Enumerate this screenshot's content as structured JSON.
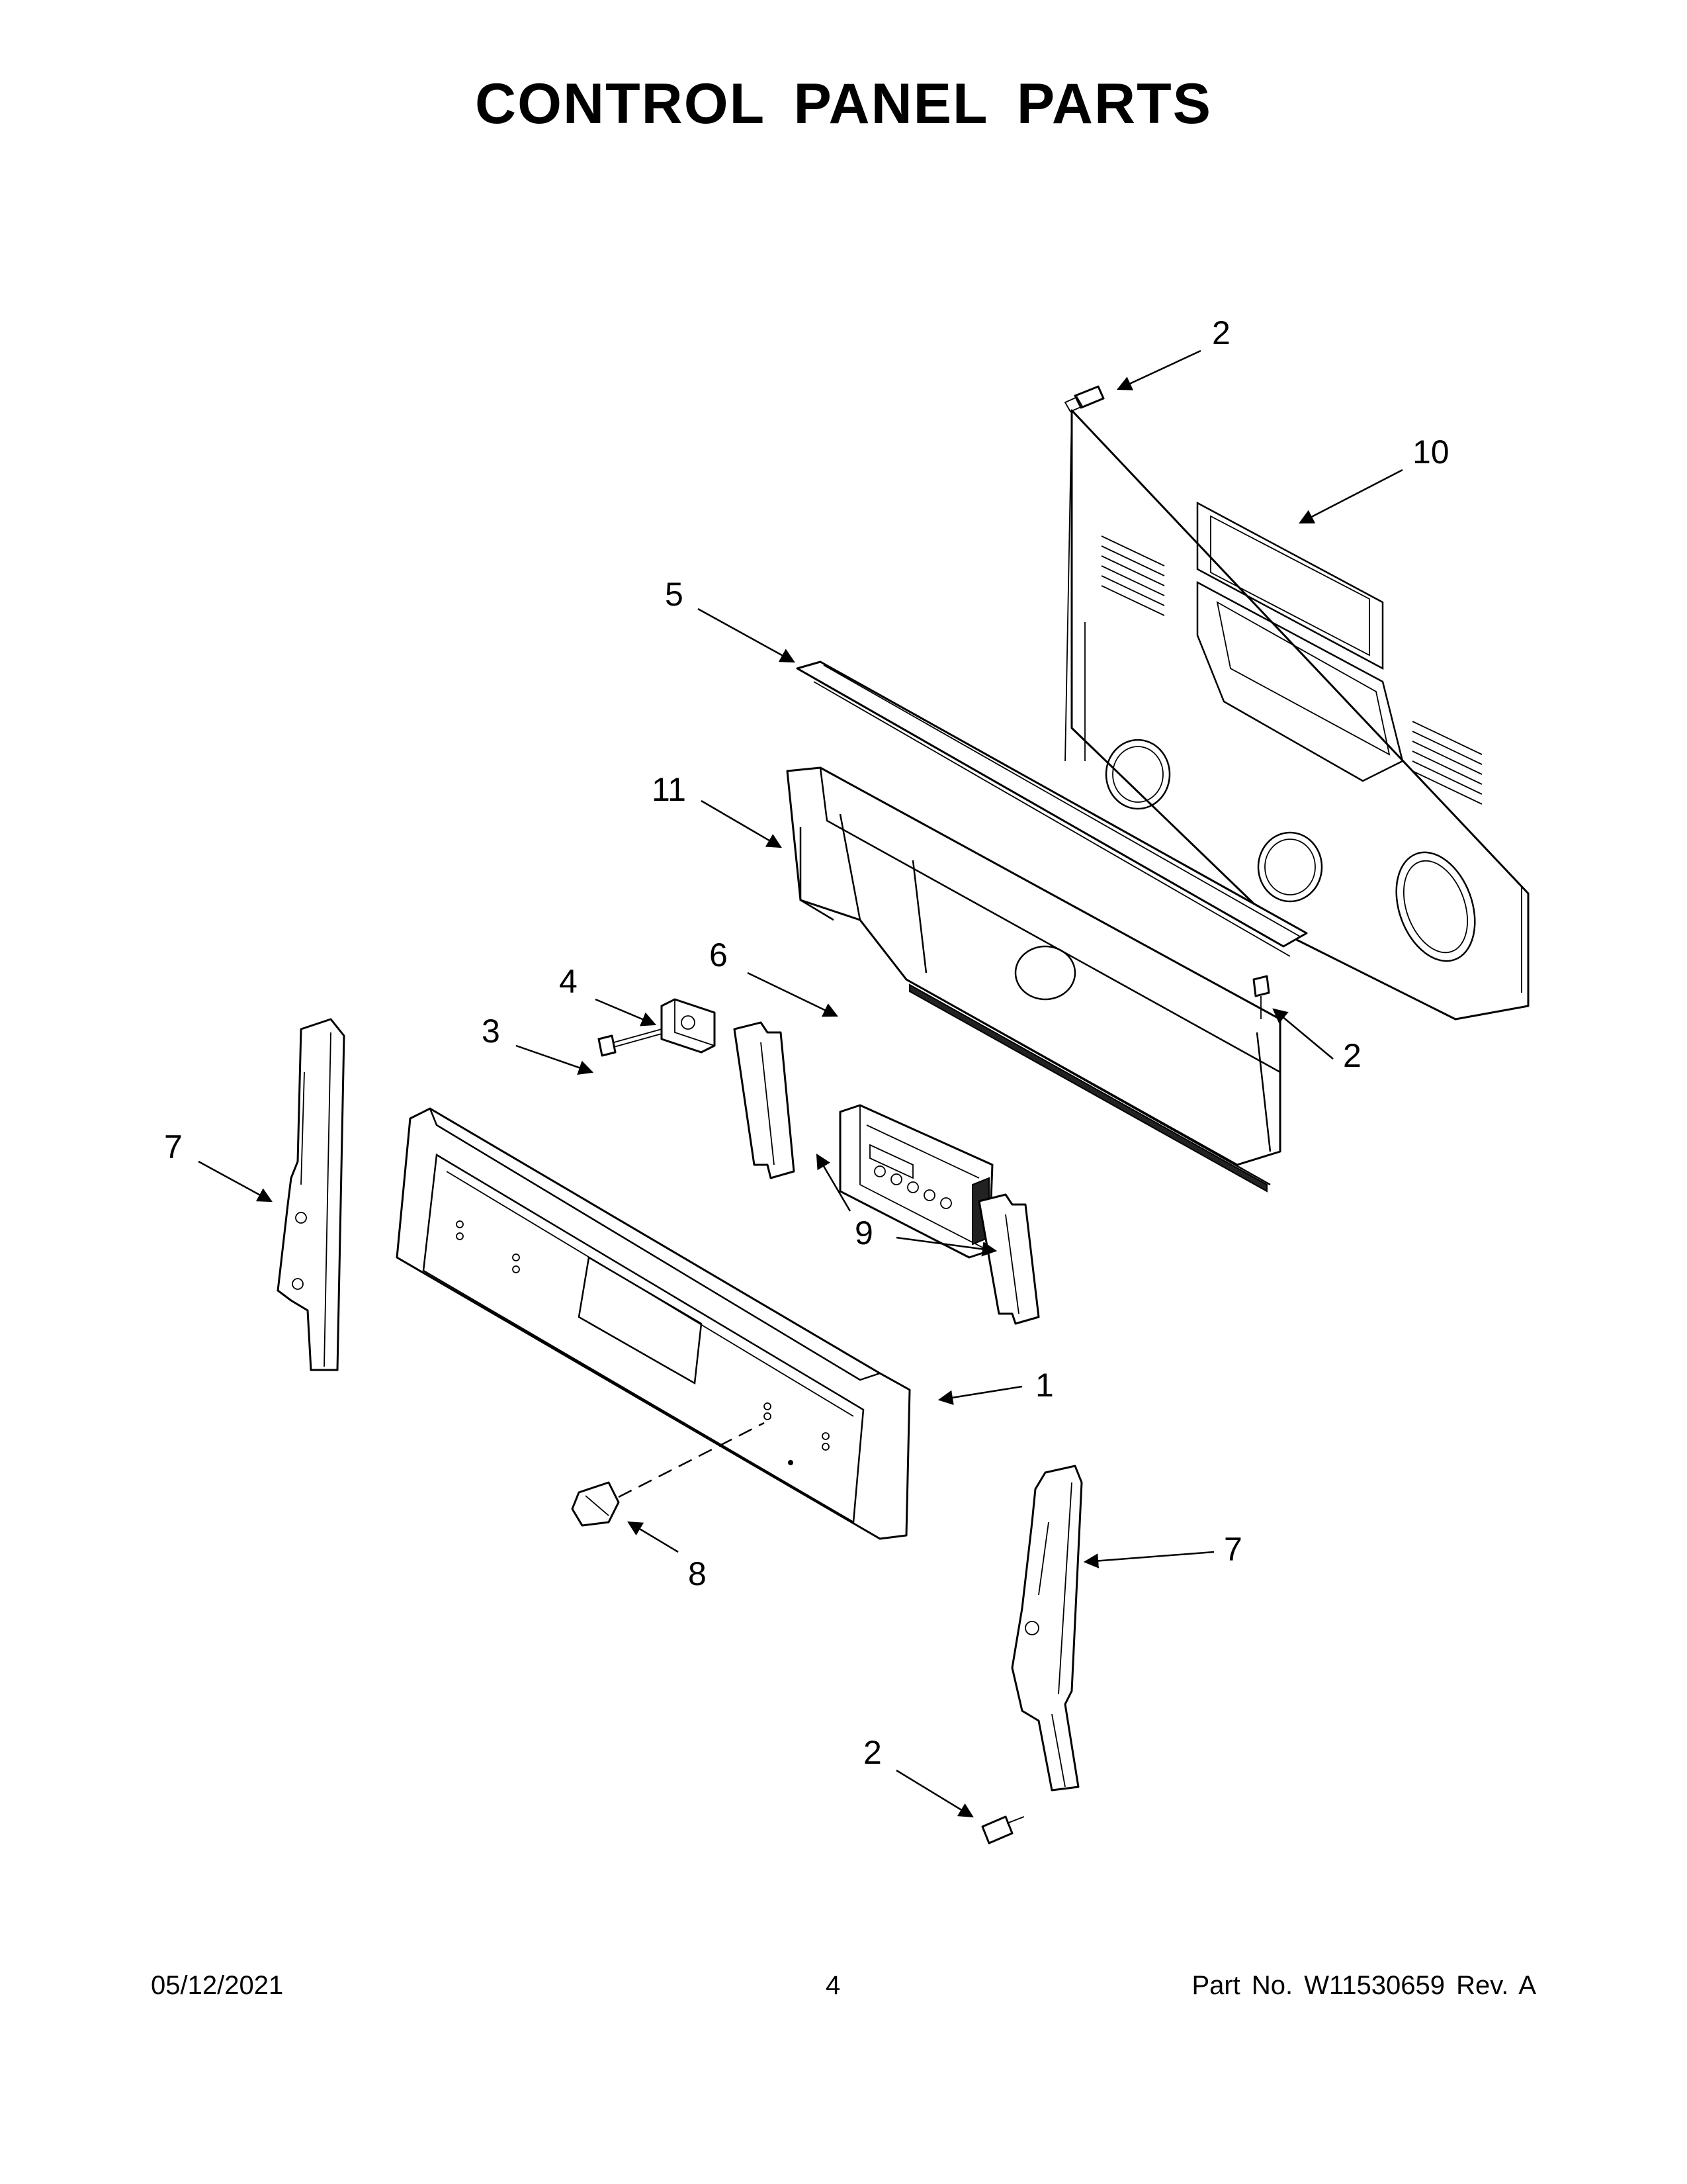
{
  "title": "CONTROL PANEL PARTS",
  "footer": {
    "date": "05/12/2021",
    "page_number": "4",
    "part_number": "Part No.  W11530659  Rev.  A"
  },
  "callouts": [
    "2",
    "10",
    "5",
    "11",
    "6",
    "4",
    "3",
    "2",
    "7",
    "9",
    "1",
    "8",
    "7",
    "2"
  ]
}
